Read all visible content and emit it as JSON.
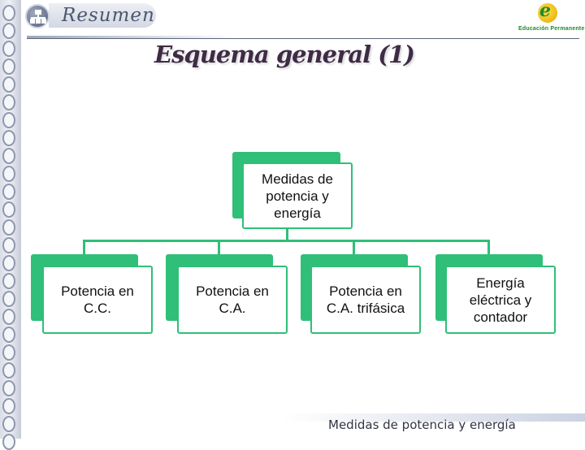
{
  "header": {
    "section_title": "Resumen",
    "icon": "hierarchy-icon",
    "logo": {
      "icon": "educacion-permanente-logo",
      "text": "Educación Permanente"
    }
  },
  "slide": {
    "title": "Esquema general (1)"
  },
  "diagram": {
    "root": "Medidas de potencia y energía",
    "children": [
      "Potencia en C.C.",
      "Potencia en C.A.",
      "Potencia en C.A. trifásica",
      "Energía eléctrica y contador"
    ],
    "accent_color": "#2fbf78"
  },
  "footer": {
    "text": "Medidas de potencia y energía"
  }
}
